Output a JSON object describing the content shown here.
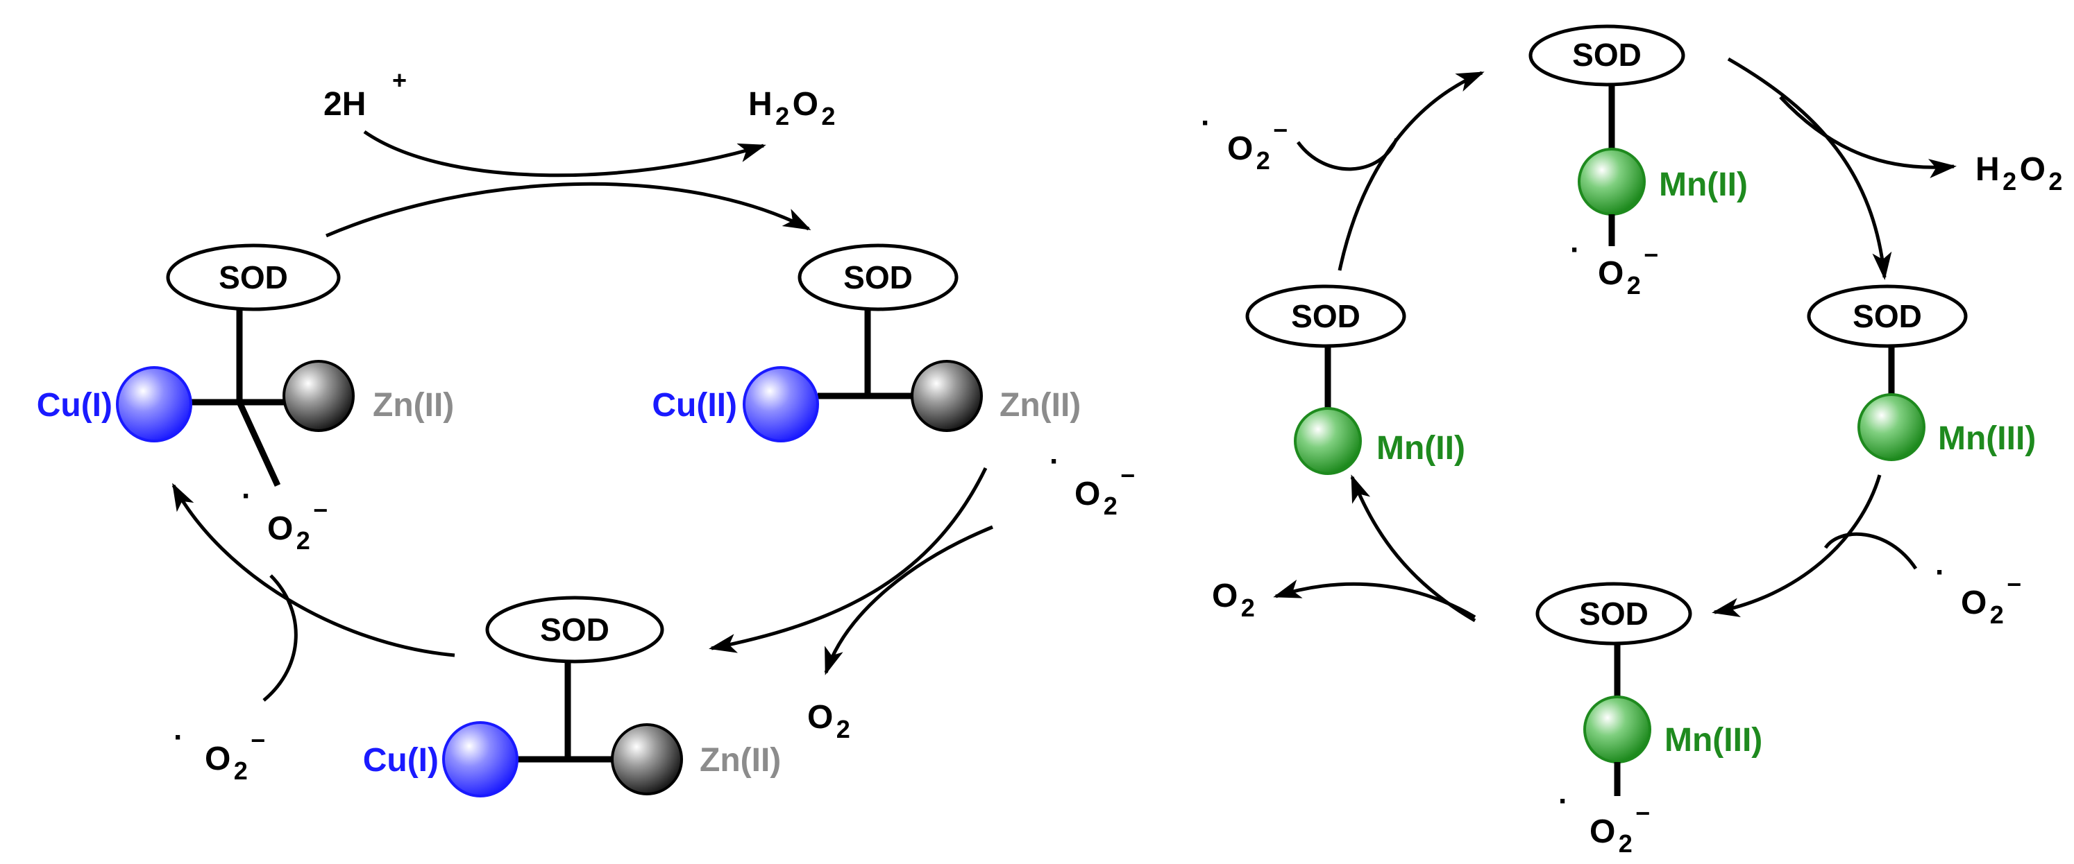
{
  "colors": {
    "copper": "#1a1aff",
    "zinc": "#8c8c8c",
    "manganese": "#1e8a1e",
    "black": "#000000"
  },
  "cuzn_cycle": {
    "sod_label": "SOD",
    "cu1_label": "Cu(I)",
    "cu2_label": "Cu(II)",
    "zn2_label": "Zn(II)",
    "protons": {
      "base": "2H",
      "sup": "+"
    },
    "h2o2": {
      "h": "H",
      "sub1": "2",
      "o": "O",
      "sub2": "2"
    },
    "o2": {
      "o": "O",
      "sub": "2"
    },
    "superoxide": {
      "dot": "·",
      "o": "O",
      "sub": "2",
      "sup": "−"
    }
  },
  "mn_cycle": {
    "sod_label": "SOD",
    "mn2_label": "Mn(II)",
    "mn3_label": "Mn(III)",
    "h2o2": {
      "h": "H",
      "sub1": "2",
      "o": "O",
      "sub2": "2"
    },
    "o2": {
      "o": "O",
      "sub": "2"
    },
    "superoxide": {
      "dot": "·",
      "o": "O",
      "sub": "2",
      "sup": "−"
    }
  }
}
